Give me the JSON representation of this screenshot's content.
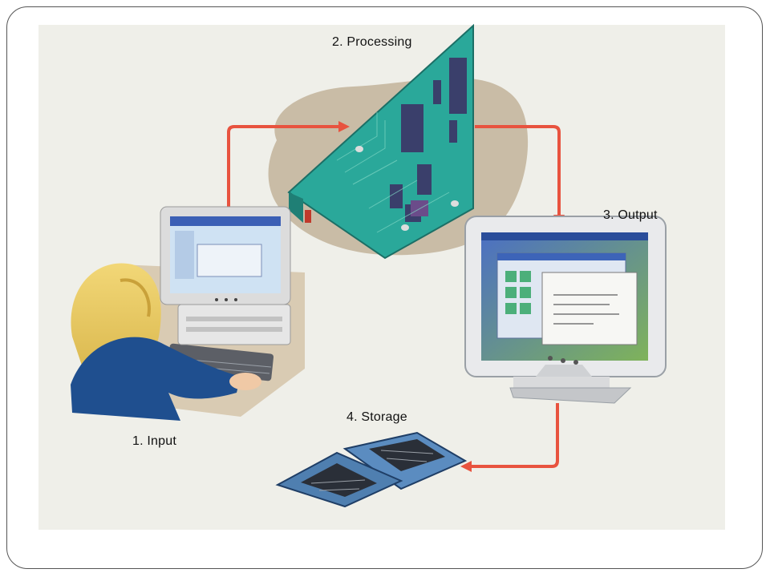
{
  "steps": {
    "input": "1. Input",
    "processing": "2. Processing",
    "output": "3. Output",
    "storage": "4. Storage"
  },
  "colors": {
    "arrow": "#e8533f",
    "board": "#2aa89a",
    "blob": "#c9bca6",
    "panel": "#efefe9",
    "floppy": "#4f7fb0"
  }
}
